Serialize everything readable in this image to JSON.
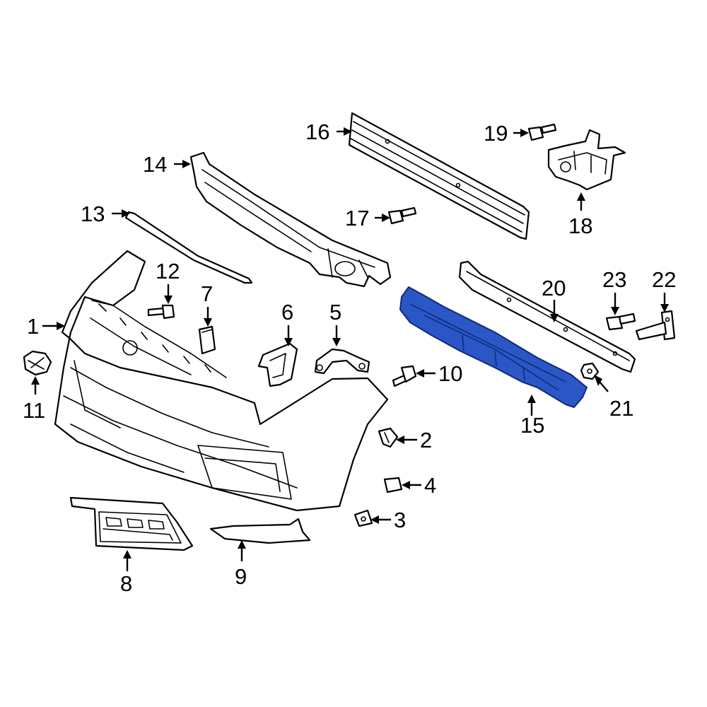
{
  "diagram": {
    "highlight_color": "#2a56c6",
    "callouts": [
      {
        "id": "1",
        "label": "1"
      },
      {
        "id": "2",
        "label": "2"
      },
      {
        "id": "3",
        "label": "3"
      },
      {
        "id": "4",
        "label": "4"
      },
      {
        "id": "5",
        "label": "5"
      },
      {
        "id": "6",
        "label": "6"
      },
      {
        "id": "7",
        "label": "7"
      },
      {
        "id": "8",
        "label": "8"
      },
      {
        "id": "9",
        "label": "9"
      },
      {
        "id": "10",
        "label": "10"
      },
      {
        "id": "11",
        "label": "11"
      },
      {
        "id": "12",
        "label": "12"
      },
      {
        "id": "13",
        "label": "13"
      },
      {
        "id": "14",
        "label": "14"
      },
      {
        "id": "15",
        "label": "15"
      },
      {
        "id": "16",
        "label": "16"
      },
      {
        "id": "17",
        "label": "17"
      },
      {
        "id": "18",
        "label": "18"
      },
      {
        "id": "19",
        "label": "19"
      },
      {
        "id": "20",
        "label": "20"
      },
      {
        "id": "21",
        "label": "21"
      },
      {
        "id": "22",
        "label": "22"
      },
      {
        "id": "23",
        "label": "23"
      }
    ]
  }
}
